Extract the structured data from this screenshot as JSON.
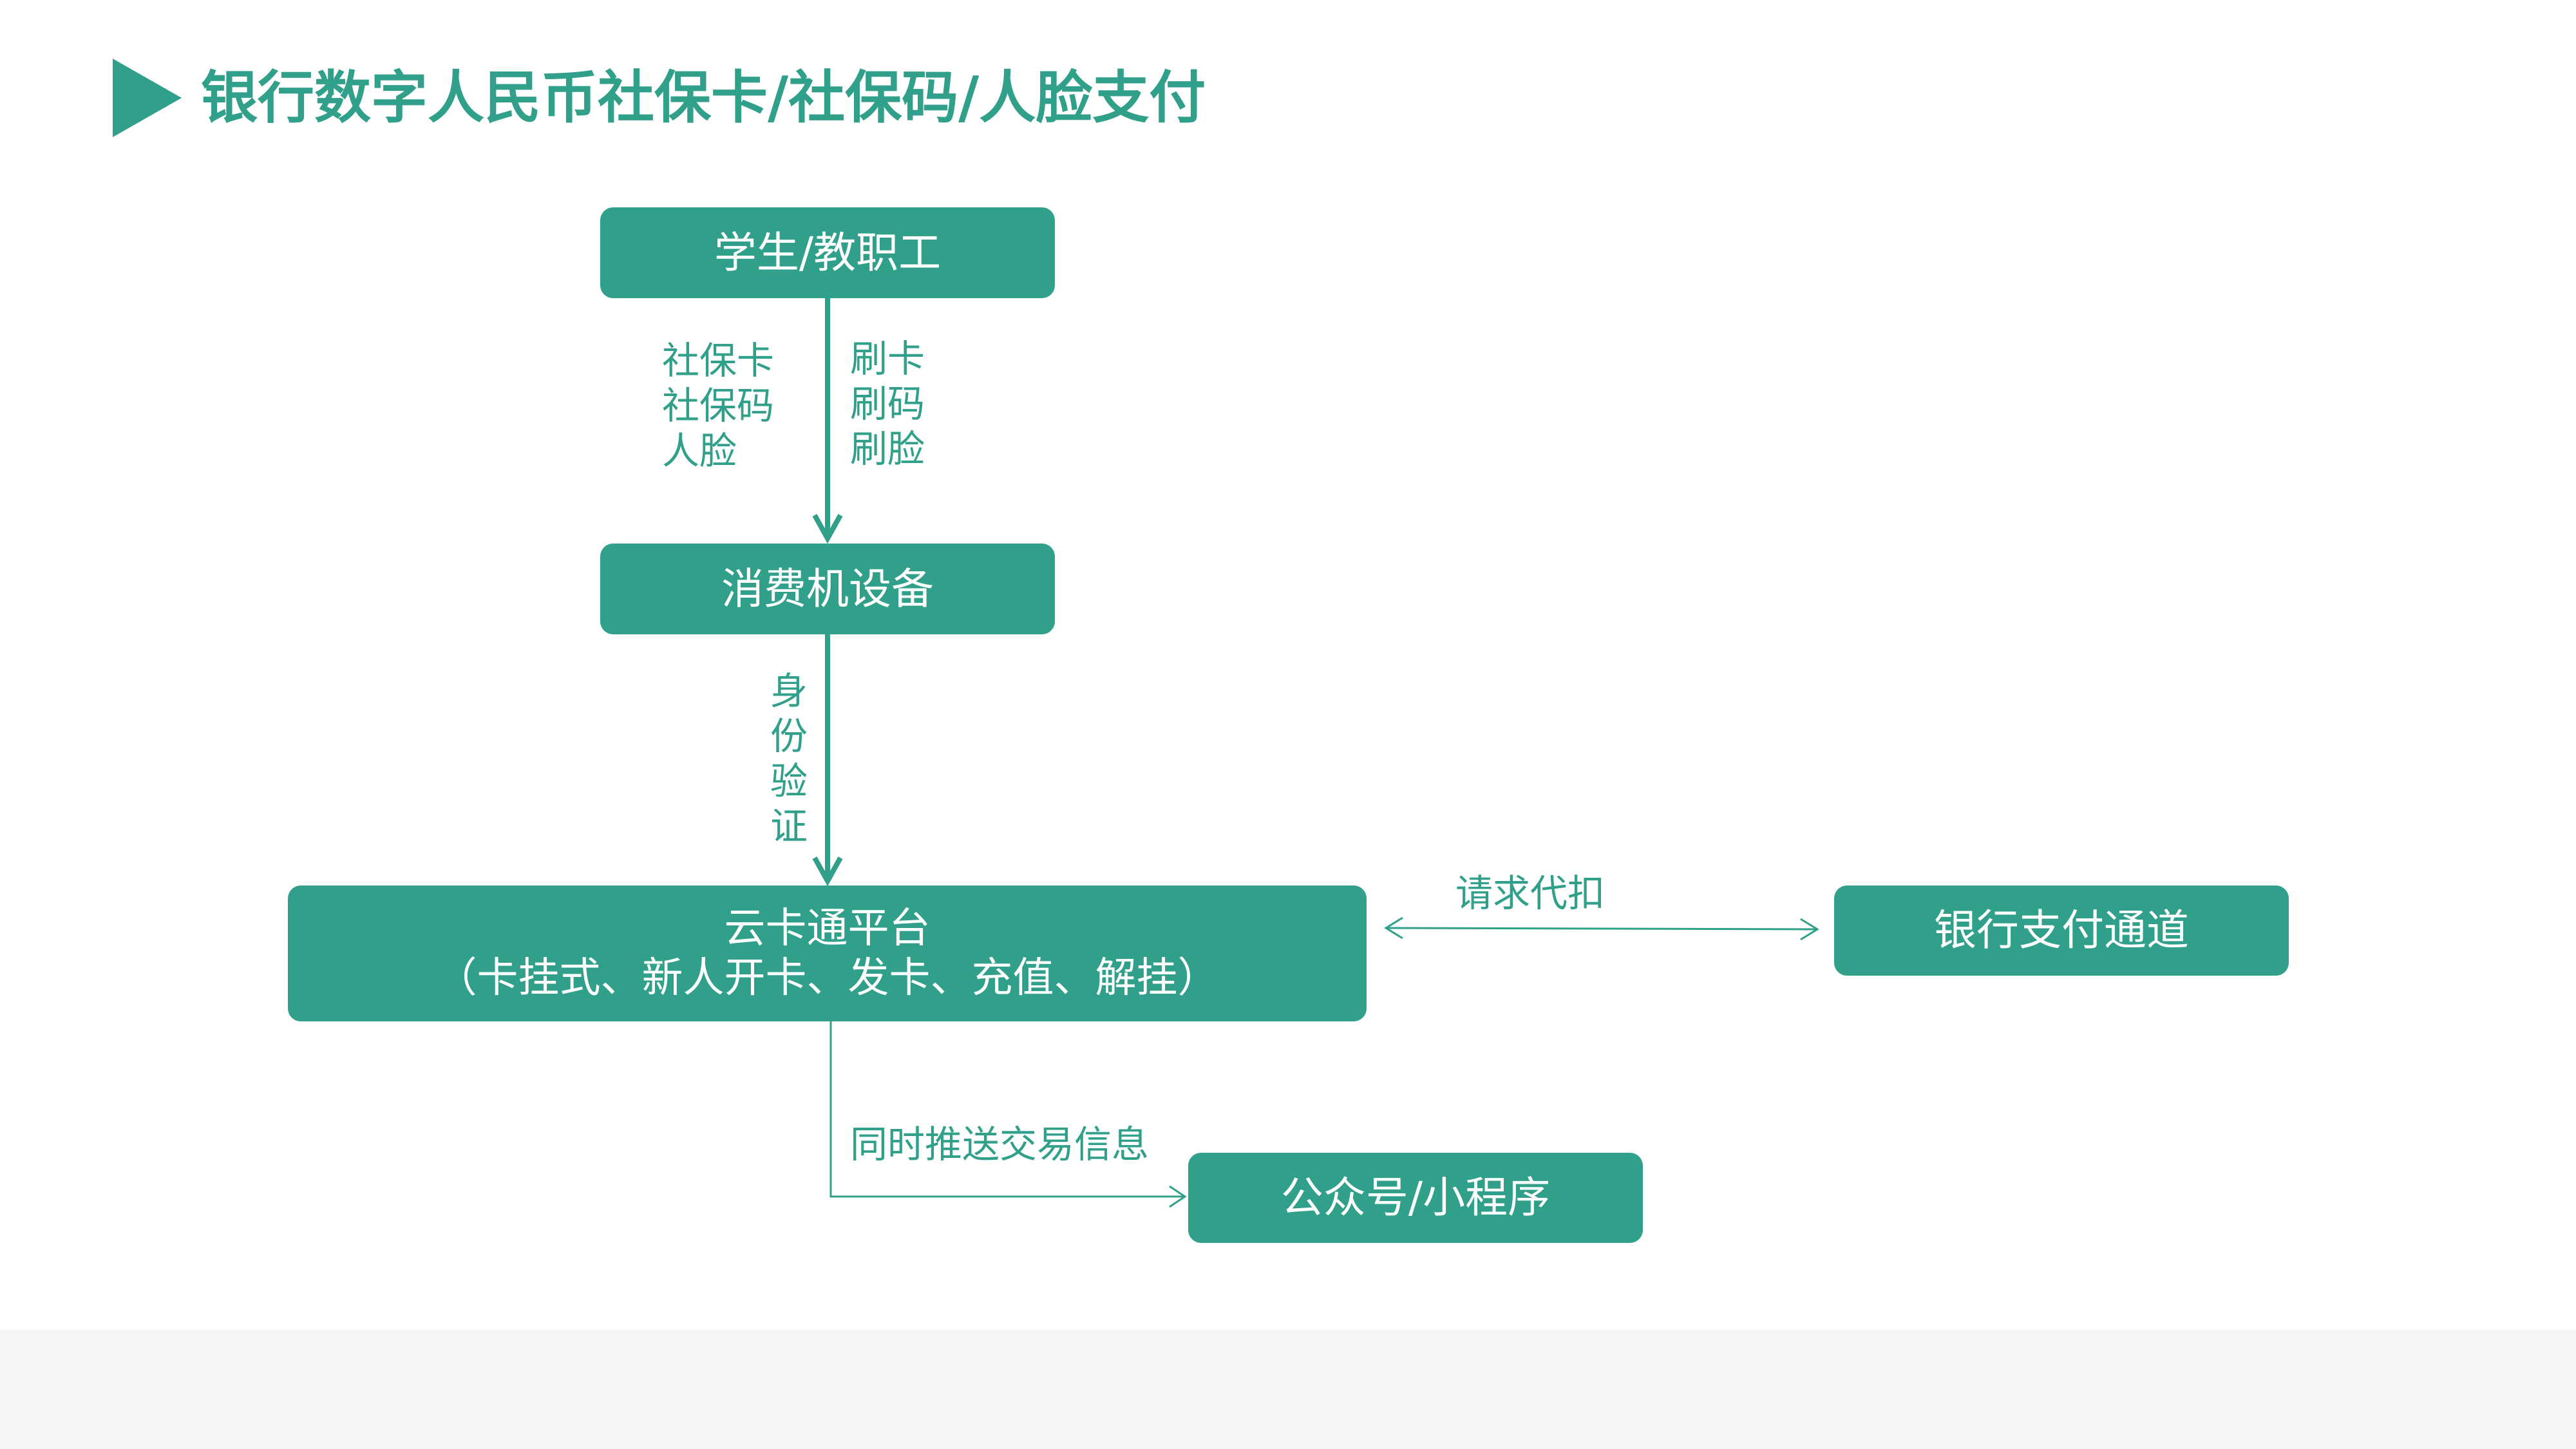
{
  "title": "银行数字人民币社保卡/社保码/人脸支付",
  "theme": {
    "accent": "#30a08a",
    "footer": "#f5f5f5"
  },
  "nodes": {
    "users": "学生/教职工",
    "pos": "消费机设备",
    "platform": {
      "line1": "云卡通平台",
      "line2": "（卡挂式、新人开卡、发卡、充值、解挂）"
    },
    "bank": "银行支付通道",
    "wechat": "公众号/小程序"
  },
  "edge_labels": {
    "media": [
      "社保卡",
      "社保码",
      "人脸"
    ],
    "actions": [
      "刷卡",
      "刷码",
      "刷脸"
    ],
    "verify": [
      "身",
      "份",
      "验",
      "证"
    ],
    "debit": "请求代扣",
    "push": "同时推送交易信息"
  }
}
